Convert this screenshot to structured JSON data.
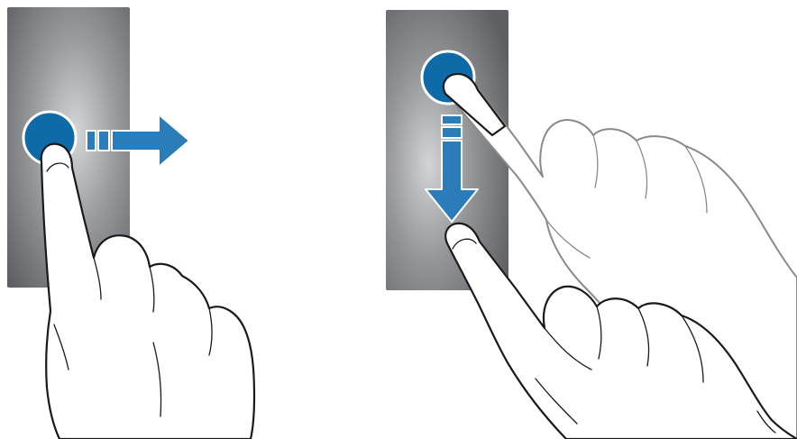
{
  "figures": [
    {
      "name": "swipe-right-gesture",
      "direction": "right",
      "icons": [
        "touch-point-icon",
        "right-arrow-icon",
        "pointing-hand-icon"
      ]
    },
    {
      "name": "swipe-down-gesture",
      "direction": "down",
      "icons": [
        "touch-point-icon",
        "down-arrow-icon",
        "pointing-hand-icon",
        "pointing-hand-ghost-icon"
      ]
    }
  ],
  "colors": {
    "panel_dark": "#5e5f63",
    "panel_light": "#cfd0d2",
    "touch_blue": "#0f6aa8",
    "arrow_blue": "#2a7db8",
    "outline": "#1a1a1a",
    "ghost_outline": "#8a8a8a"
  }
}
